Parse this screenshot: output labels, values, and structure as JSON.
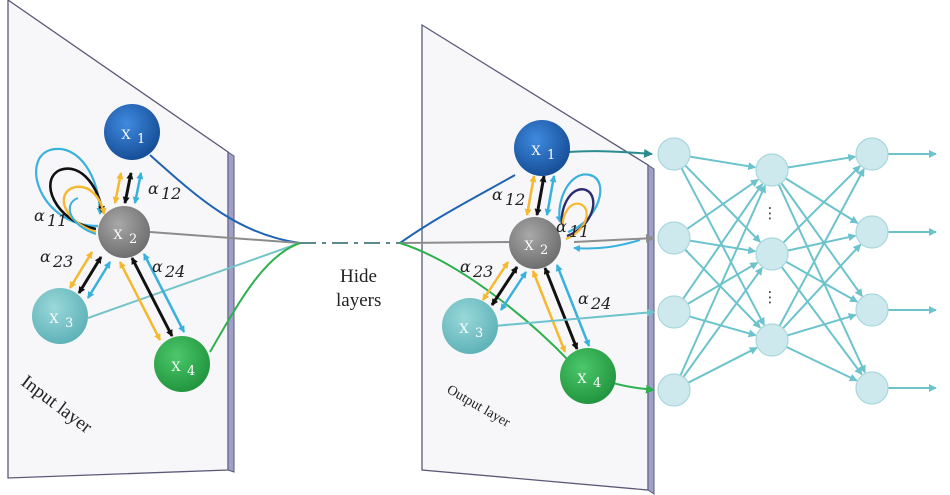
{
  "nodes": {
    "x1": {
      "label": "X",
      "sub": "1"
    },
    "x2": {
      "label": "X",
      "sub": "2"
    },
    "x3": {
      "label": "X",
      "sub": "3"
    },
    "x4": {
      "label": "X",
      "sub": "4"
    }
  },
  "coefficients": {
    "a11": {
      "sym": "α",
      "sub": "11"
    },
    "a12": {
      "sym": "α",
      "sub": "12"
    },
    "a23": {
      "sym": "α",
      "sub": "23"
    },
    "a24": {
      "sym": "α",
      "sub": "24"
    }
  },
  "labels": {
    "input_layer": "Input layer",
    "output_layer": "Output layer",
    "hide_line1": "Hide",
    "hide_line2": "layers",
    "ellipsis": "⋮"
  },
  "colors": {
    "x1": "#1f63b3",
    "x2": "#8c8c8c",
    "x3": "#74c4c8",
    "x4": "#2fb04f",
    "fc_node": "#cde9ee",
    "fc_edge": "#6cc3cc",
    "bidir_yellow": "#f5b82e",
    "bidir_blue": "#3ab1dd",
    "bidir_black": "#111111"
  }
}
